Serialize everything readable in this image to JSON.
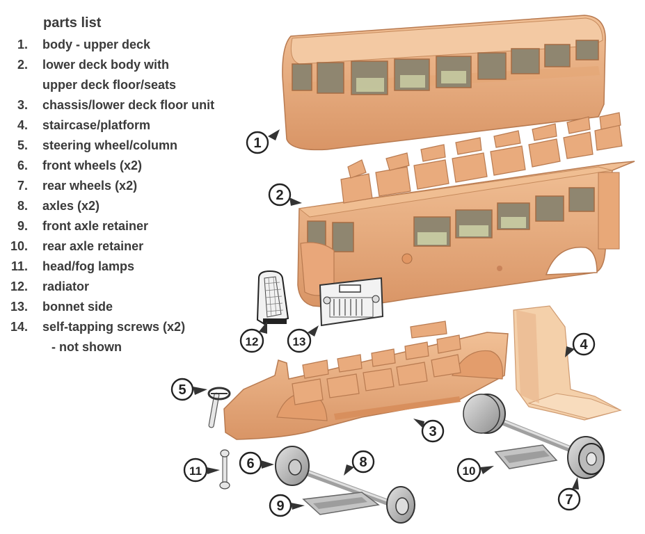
{
  "parts_list": {
    "title": "parts list",
    "items": [
      {
        "num": "1.",
        "name": "body - upper deck"
      },
      {
        "num": "2.",
        "name": "lower deck body with"
      },
      {
        "num": "",
        "name": "upper deck floor/seats"
      },
      {
        "num": "3.",
        "name": "chassis/lower deck floor unit"
      },
      {
        "num": "4.",
        "name": "staircase/platform"
      },
      {
        "num": "5.",
        "name": "steering wheel/column"
      },
      {
        "num": "6.",
        "name": "front wheels (x2)"
      },
      {
        "num": "7.",
        "name": "rear wheels (x2)"
      },
      {
        "num": "8.",
        "name": "axles (x2)"
      },
      {
        "num": "9.",
        "name": "front axle retainer"
      },
      {
        "num": "10.",
        "name": "rear axle retainer"
      },
      {
        "num": "11.",
        "name": "head/fog lamps"
      },
      {
        "num": "12.",
        "name": "radiator"
      },
      {
        "num": "13.",
        "name": "bonnet side"
      },
      {
        "num": "14.",
        "name": "self-tapping screws (x2)"
      },
      {
        "num": "",
        "name": "- not shown"
      }
    ]
  },
  "callouts": [
    "1",
    "2",
    "3",
    "4",
    "5",
    "6",
    "7",
    "8",
    "9",
    "10",
    "11",
    "12",
    "13"
  ],
  "colors": {
    "plastic": "#e7a878",
    "plastic_dark": "#c9835a",
    "plastic_light": "#f2c39c",
    "window_green": "#cfd3a8",
    "metal_grey": "#b5b5b5",
    "text": "#3a3a3a"
  }
}
